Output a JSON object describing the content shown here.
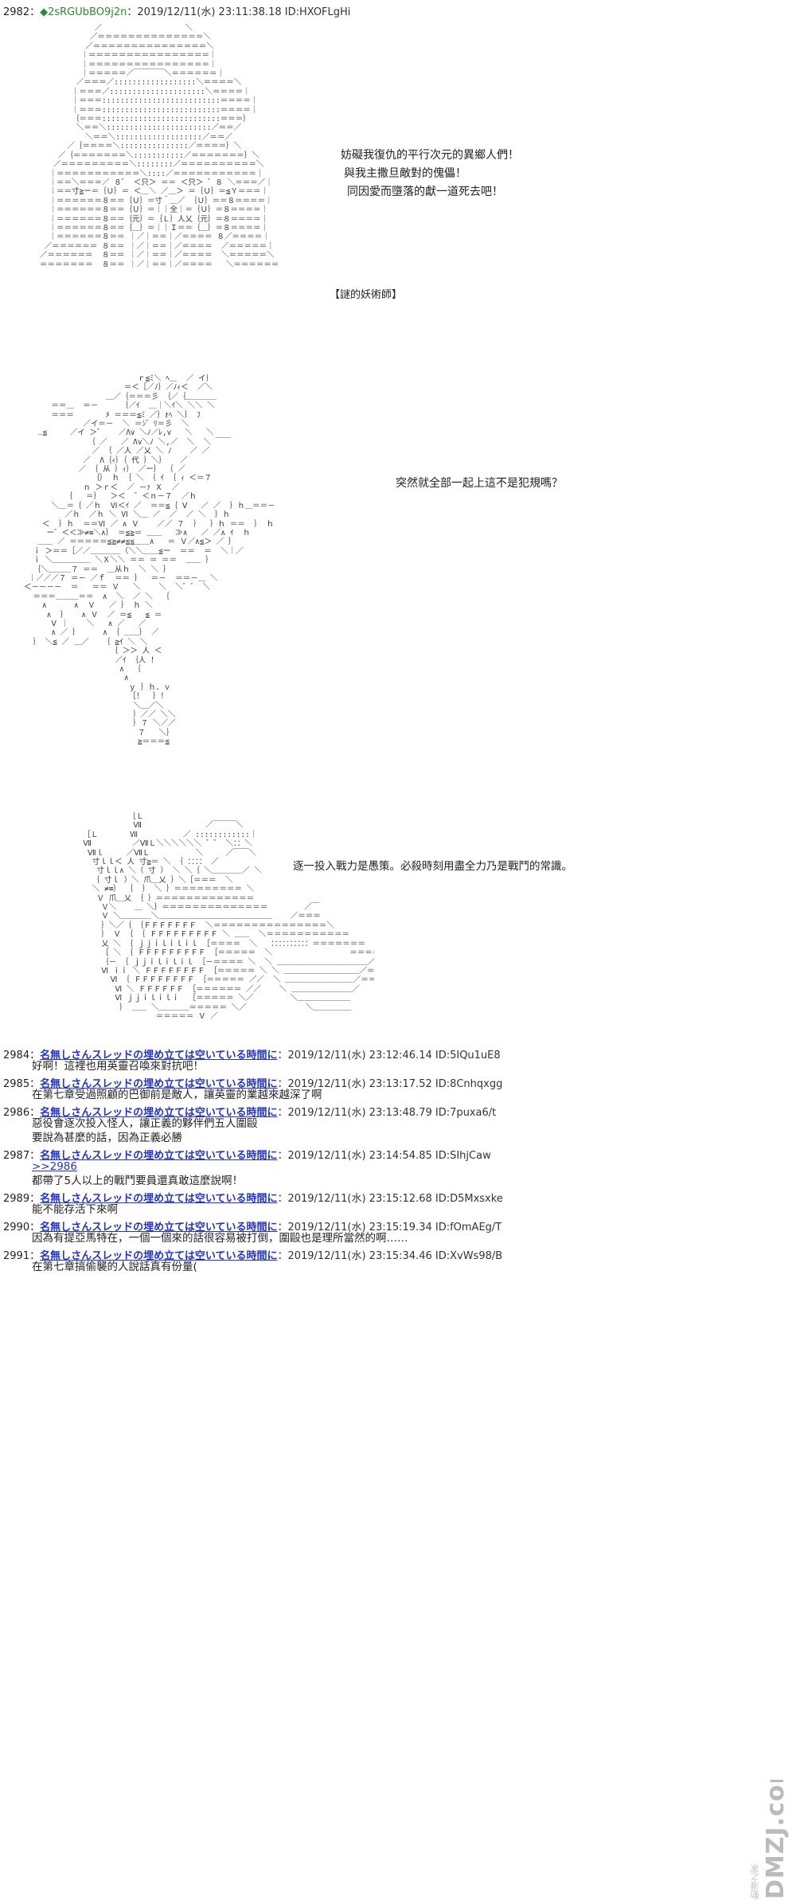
{
  "post_2982": {
    "number": "2982",
    "separator": "：",
    "trip": "◆2sRGUbBO9j2n",
    "meta": "：2019/12/11(水) 23:11:38.18 ID:HXOFLgHi",
    "dialog_1": "妨礙我復仇的平行次元的異鄉人們！",
    "dialog_2": "與我主撒旦敵對的傀儡！",
    "dialog_3": "同因愛而墮落的獻一道死去吧！",
    "caption": "【謎的妖術師】",
    "dialog_4": "突然就全部一起上這不是犯規嗎？",
    "dialog_5": "逐一投入戰力是愚策。必殺時刻用盡全力乃是戰鬥的常識。"
  },
  "art": {
    "block_1": "            ／￣￣￣￣￣￣￣￣￣￣￣＼\n           ／＝＝＝＝＝＝＝＝＝＝＝＝＝＝＼\n          ／＝＝＝＝＝＝＝＝＝＝＝＝＝＝＝＼\n         ｜＝＝＝＝＝＝＝＝＝＝＝＝＝＝＝＝｜\n         ｜＝＝＝＝＝＝＝＝＝＝＝＝＝＝＝＝｜\n         ｜＝＝＝＝＝／￣￣￣￣＼＝＝＝＝＝＝｜\n        ／＝＝＝／::::::::::::::::::＼＝＝＝＝＼\n       ｜＝＝＝／:::::::::::::::::::::＼＝＝＝＝｜\n       ｜＝＝＝::::::::::::::::::::::::::＝＝＝＝｜\n       ｜＝＝＝::::::::::::::::::::::::::＝＝＝＝｜\n       ｛＝＝＝::::::::::::::::::::::::::＝＝＝｝\n        ＼＝＝＼:::::::::::::::::::::::／＝＝／\n          ＼＝＝＼:::::::::::::::::::／＝＝／\n      ／｛＝＝＝＝＼:::::::::::::::／＝＝＝＝｝＼\n    ／｛＝＝＝＝＝＝＝＼:::::::::::／＝＝＝＝＝＝＝｝＼\n   ／＝＝＝＝＝＝＝＝＝＼::::::::／＝＝＝＝＝＝＝＝＝＝＼\n  ｜＝＝＝＝＝＝＝＝＝＝＝＼::::／＝＝＝＝＝＝＝＝＝＝＝｜\n  ｜＝＝＼＝＝＝／ ８゛ ＜只＞ ＝＝ ＜只＞ ゛８ ＼＝＝＝／｜\n  ｜＝＝寸≧ー＝｛Ｕ｝＝ ＜＿＼ ／＿＞ ＝｛Ｕ｝＝≦Ｙ＝＝＝｜\n  ｜＝＝＝＝＝＝８＝＝｛Ｕ｝＝寸＾＿／ ｛Ｕ｝＝＝８＝＝＝＝｜\n  ｜＝＝＝＝＝＝８＝＝｛Ｕ｝＝｜｜全｜＝｛Ｕ｝＝８＝＝＝＝｜\n  ｜＝＝＝＝＝＝８＝＝｛元｝＝｛Ｌ｝人乂｛元｝＝８＝＝＝＝｜\n  ｜＝＝＝＝＝＝８＝＝｛＿｝＝｜｜Ｉ＝＝｛＿｝＝８＝＝＝＝｜\n  ｜＝＝＝＝＝＝８＝＝ ｜／｜＝＝｜／＝＝＝＝ ８／＝＝＝＝｜\n ／＝＝＝＝＝＝ ８＝＝ ｜／｜＝＝｜／＝＝＝＝  ／＝＝＝＝＝｜\n／＝＝＝＝＝＝  ８＝＝ ｜／｜＝＝｜／＝＝＝＝  ＼＝＝＝＝＝＼\n＝＝＝＝＝＝＝  ８＝＝ ｜／｜＝＝｜／＝＝＝＝   ＼＝＝＝＝＝＝",
    "block_2": "                         ｒ≦ﾐ＼ ﾍ＿  ／ イ｝\n                      ＝＜［／ﾉ｝／ﾉｨ＜  ／＼\n                  ＿／｛＝＝＝彡 ｛／｛＿＿＿＿\n      ＝＝＿  ＝－     ｛／ｲ  ＿｜＼ｲ＼ ＼＼ ＼\n      ＝＝＝       ﾒ ＝＝＝≦ﾐ ／｝ｫﾍ ＼｝ ﾌ\n             ／イ＝－  ＼ ＝ｼ゛ﾘ＝彡  ＼\n   ‥≦     ／イ ＞゛   ／Λv ＼ﾉ／ﾚ,v   ＼   ＼\n              ｛ ／   ／ Λv＼ﾉ ＼,／  ＼  ＼ ￣￣\n               ／ ｛ ／人 ／乂 ＼ ﾉ    ／ ／\n             ／  Λ｛ｨ｝｛ 代 ｝＼｝   ／\n            ／ ｛ 从 ｝ｨ｝ ／ー｝ ｛ ／\n               ｛｝ ｈ ｛ ＼ ｛ ｲ ｛ ｨ ＜＝７\n             ｎ ＞ｒ＜  ／ －ｧ Ｘ  ／\n         ｛   ＝｝  ＞＜  ゛＜ｎ－７  ／ｈ\n      ＼＿＝｛ ／ｈ  Ⅵ＜ｲ ／  ＝＝≦｛ Ⅴ   ／ ／  ｝ｈ＿＝＝－\n         ／ｈ  ／ｈ ＼ Ⅵ ＼＿ ／  ／  ／ ＼  ｝ｈ\n    ＜  ｝ｈ  ＝＝Ⅵ ／ ∧ Ｖ    ／／ ７  ｝  ｝ｈ ＝＝  ｝ ｈ\n     ー゛＜＜≫≠≡＼∧｝ ＝≦≧＝ ＿＿   ≫∧   ／ ／∧ ｲ  ｈ\n   ＿＿ ／ ＝＝＝＝＝≦≧≠≠≦≦＿＿∧   ＝ Ｖ／∧≦＞ ／ ｝\n  ｉ ＞＝＝［／／＿＿＿＿（＼＼＿＿≦ー  ＝＝  ＝  ＼｜／\n  ｉ ＼＿＿＿＿＿ ＼Ｘ＼＼ ＝＝ ＝ ＝＝  ＿＿ ｝\n  ｛＼＿＿＿７ ＝＝  ＿从ｈ  ＼ ＼ ｝\n ｜／／／７ ＝－ ／ｆ  ＝＝ ｝  ＝－  ＝＝－＿ ＼\n＜－－－－  ＝   ＝＝ Ｖ   ＼    ＼  ＼゛゛ ＼\n  ＝＝＝＿＿＿＝＝  ∧  ＼  ／ ＼  ｛\n    ∧      ∧  Ｖ   ／ ｝ ｈ ＼\n     ∧  ｝   ∧ Ｖ  ／ ＝≦   ≦ ＝\n      Ⅴ ｜    ＼   ∧ ／   ／\n      ∧ ／ ｝     ∧ ｛ ＿＿｝ ／\n  ｝ ＼≦ ／ ＿／   ｛ ≧ｲ ＼ ＼\n                   ｛ ＞＞ 人 ＜\n                    ／ｲ ｛人 ！\n                     ∧  ｛\n                      ∧\n                       ｙ ｝ｈ．ｖ\n                       ［！  ｝！\n                        ＼＿／＼\n                        ｝／／ ＼＼\n                        ｝７ ＼／／\n                         ７   ＼｝\n                         ≧＝＝＝≦",
    "block_3": "                ［Ｌ\n                 Ⅶ              ／￣￣￣＼\n      ［Ｌ       Ⅶ          ／ ::::::::::::｜\n      Ⅶ         ／ⅦＬ＼＼＼＼＼＼ ゛゛ ＼：：＼\n       Ⅶｌ     ／ⅦＬ          ＼     ／￣￣＼\n        寸ｌｌ＜ 人 寸≧＝ ＼ ｛ ：：：： ／\n         寸ｌｌ∧ ＼（ 寸 ） ＼ ＼｛ ＼＿＿＿＿／ ＼\n        ｛ 寸ｌ ）＼ 爪＿乂 ｝＼［＝＝＝  ＼\n        ＼ ≠≡｝ ｛  ｝ ＼ ｝＝＝＝＝＝＝＝＝＝ ＼\n         Ｖ 爪＿乂 ｛ ｝＝＝＝＝＝＝＝＝＝＝＝＝＝\n          Ｖ＼    ＿ ＼｝＝＝＝＝＝＝＝＝＝＝＝＝＝＝        ／￣\n          Ｖ ＼＿＿＿＿＼＿＿＿＿＿＿＿＿＿＿＿＿＿＿＿    ／＝＝＝\n          ｝＼／｛ ｛ＦＦＦＦＦＦＦ  ＼＝＝＝＝＝＝＝＝＝＝＝＝＝＝＝＼\n          ｝ Ｖ ｛ ｛ ＦＦＦＦＦＦＦＦＦ ＼ ＿＿  ＼＝＝＝＝＝＝＝＝＝＝＝\n          乂 ＼ ｛ ｊｊｉｌｉｌｉｌ ［＝＝＝＝  ＼   ：：：：：：：：：：＝＝＝＝＝＝＝\n          ［ ＼ ｛ ＦＦＦＦＦＦＦＦＦ ［＝＝＝＝＝  ＼                 ＝＝＝＝＝＝\n          ｛－ ｛ ｊｊｉｌｉｌｉｌ ［－＝＝＝＝ ＼  ＼ ＿＿＿＿＿＿＿＿＿＿＿＿／＝＝＝＝＝＝\n          Ⅵ ｉｉ ＼ ＦＦＦＦＦＦＦＦ ［＝＝＝＝＝ ＼ ＼ ＿＿＿＿＿＿＿＿＿＿／＝＝＝＝＝\n            Ⅵ ｛ ＦＦＦＦＦＦＦＦ ［＝＝＝＝＝ ／／  ＼ ＿＿＿＿＿＿＿＿＿／＝＝＝＝\n             Ⅵ ＼ ＦＦＦＦＦＦ ［＝＝＝＝＝＝ ／／    ＼ ＿＿＿＿＿＿＿＿／\n             Ⅵ ｊｊｉｌｉｌｉ  ［＝＝＝＝＝ ＼／        ＼＿＿＿＿＿＿＿\n              ｝ ＿＿ ＼＿＿＿＿＝＝＝＝＝ ＼／             ＼＿＿＿＿＿\n                      ＝＝＝＝＝ Ｖ ／"
  },
  "replies": [
    {
      "number": "2984",
      "name": "名無しさんスレッドの埋め立ては空いている時間に",
      "meta": "：2019/12/11(水) 23:12:46.14 ID:5IQu1uE8",
      "lines": [
        "好啊！這裡也用英靈召喚來對抗吧！"
      ]
    },
    {
      "number": "2985",
      "name": "名無しさんスレッドの埋め立ては空いている時間に",
      "meta": "：2019/12/11(水) 23:13:17.52 ID:8Cnhqxgg",
      "lines": [
        "在第七章受過照顧的巴御前是敵人，讓英靈的業越來越深了啊"
      ]
    },
    {
      "number": "2986",
      "name": "名無しさんスレッドの埋め立ては空いている時間に",
      "meta": "：2019/12/11(水) 23:13:48.79 ID:7puxa6/t",
      "lines": [
        "惡役會逐次投入怪人，讓正義的夥伴們五人圍毆",
        "要說為甚麼的話，因為正義必勝"
      ]
    },
    {
      "number": "2987",
      "name": "名無しさんスレッドの埋め立ては空いている時間に",
      "meta": "：2019/12/11(水) 23:14:54.85 ID:SIhjCaw",
      "lines": [
        ">>2986",
        "都帶了5人以上的戰鬥要員還真敢這麼說啊！"
      ]
    },
    {
      "number": "2989",
      "name": "名無しさんスレッドの埋め立ては空いている時間に",
      "meta": "：2019/12/11(水) 23:15:12.68 ID:D5Mxsxke",
      "lines": [
        "能不能存活下來啊"
      ]
    },
    {
      "number": "2990",
      "name": "名無しさんスレッドの埋め立ては空いている時間に",
      "meta": "：2019/12/11(水) 23:15:19.34 ID:fOmAEg/T",
      "lines": [
        "因為有提亞馬特在，一個一個來的話很容易被打倒，圍毆也是理所當然的啊……"
      ]
    },
    {
      "number": "2991",
      "name": "名無しさんスレッドの埋め立ては空いている時間に",
      "meta": "：2019/12/11(水) 23:15:34.46 ID:XvWs98/B",
      "lines": [
        "在第七章搞偷襲的人說話真有份量("
      ]
    }
  ],
  "watermark": {
    "main": "DMZJ.com",
    "sub": "動漫之家"
  }
}
